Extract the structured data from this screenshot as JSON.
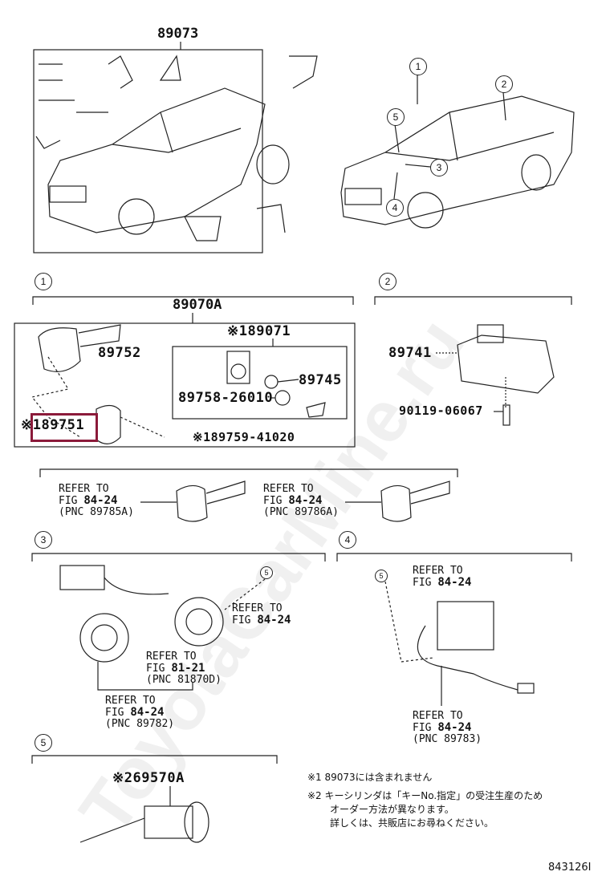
{
  "top": {
    "assembly": "89073"
  },
  "car_callouts": [
    "1",
    "2",
    "5",
    "3",
    "4"
  ],
  "section1": {
    "number": "1",
    "assembly": "89070A",
    "key": "89752",
    "subassy": "※189071",
    "part_89745": "89745",
    "part_gasket": "89758-26010",
    "transponder": "※189751",
    "screw": "※189759-41020",
    "highlight_color": "#8B1A3A"
  },
  "section2": {
    "number": "2",
    "amplifier": "89741",
    "bolt": "90119-06067"
  },
  "keys_refs": [
    {
      "line1": "REFER TO",
      "fig": "FIG",
      "fignum": "84-24",
      "pnc": "(PNC 89785A)"
    },
    {
      "line1": "REFER TO",
      "fig": "FIG",
      "fignum": "84-24",
      "pnc": "(PNC 89786A)"
    }
  ],
  "section3": {
    "number": "3",
    "callout": "5",
    "ref_a": {
      "line1": "REFER TO",
      "fig": "FIG",
      "fignum": "84-24"
    },
    "ref_b": {
      "line1": "REFER TO",
      "fig": "FIG",
      "fignum": "81-21",
      "pnc": "(PNC 81870D)"
    },
    "ref_c": {
      "line1": "REFER TO",
      "fig": "FIG",
      "fignum": "84-24",
      "pnc": "(PNC 89782)"
    }
  },
  "section4": {
    "number": "4",
    "callout": "5",
    "ref_a": {
      "line1": "REFER TO",
      "fig": "FIG",
      "fignum": "84-24"
    },
    "ref_b": {
      "line1": "REFER TO",
      "fig": "FIG",
      "fignum": "84-24",
      "pnc": "(PNC 89783)"
    }
  },
  "section5": {
    "number": "5",
    "cylinder": "※269570A"
  },
  "notes": [
    "※1 89073には含まれません",
    "※2 キーシリンダは「キーNo.指定」の受注生産のため",
    "オーダー方法が異なります。",
    "詳しくは、共販店にお尋ねください。"
  ],
  "figure_id": "843126I",
  "watermark": "ToyotaCarMine.ru"
}
